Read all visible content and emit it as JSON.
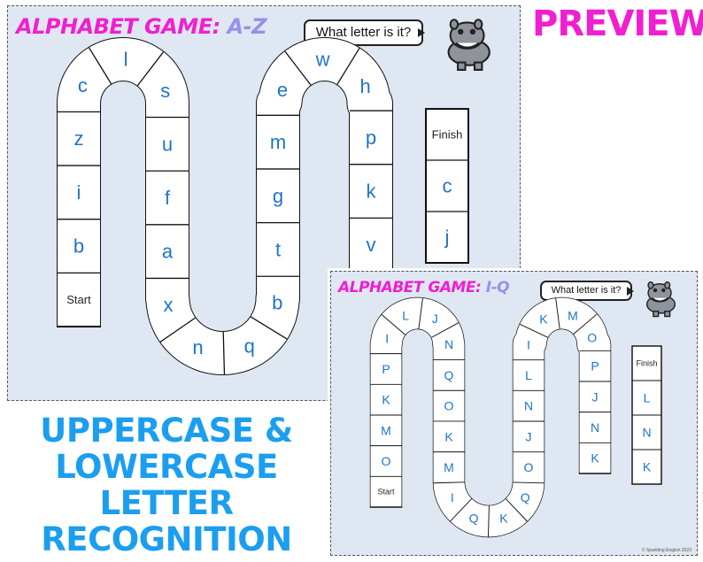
{
  "preview_label": "PREVIEW:",
  "promo_lines": [
    "UPPERCASE &",
    "LOWERCASE",
    "LETTER",
    "RECOGNITION"
  ],
  "colors": {
    "title_pink": "#f01fd0",
    "title_lavender": "#9b8fe8",
    "letter_blue": "#1e74c8",
    "promo_blue": "#1b9ef0",
    "board_bg": "#dfe7f3"
  },
  "board_az": {
    "title_main": "ALPHABET GAME:",
    "title_range": "A-Z",
    "bubble_text": "What letter is it?",
    "mascot": "hippo-icon",
    "start_label": "Start",
    "finish_label": "Finish",
    "path_letters": [
      "b",
      "i",
      "z",
      "c",
      "l",
      "s",
      "u",
      "f",
      "a",
      "x",
      "n",
      "q",
      "b",
      "t",
      "g",
      "m",
      "e",
      "w",
      "h",
      "p",
      "k",
      "v"
    ],
    "column_letters": [
      "c",
      "j"
    ]
  },
  "board_iq": {
    "title_main": "ALPHABET GAME:",
    "title_range": "I-Q",
    "bubble_text": "What letter is it?",
    "mascot": "hippo-icon",
    "start_label": "Start",
    "finish_label": "Finish",
    "copyright": "© Sparkling English 2023",
    "path_letters": [
      "O",
      "M",
      "K",
      "P",
      "I",
      "L",
      "J",
      "N",
      "Q",
      "O",
      "K",
      "M",
      "I",
      "Q",
      "K",
      "Q",
      "O",
      "J",
      "N",
      "L",
      "I",
      "K",
      "M",
      "O",
      "P",
      "J",
      "N",
      "K"
    ],
    "column_letters": [
      "L",
      "N",
      "K"
    ]
  }
}
